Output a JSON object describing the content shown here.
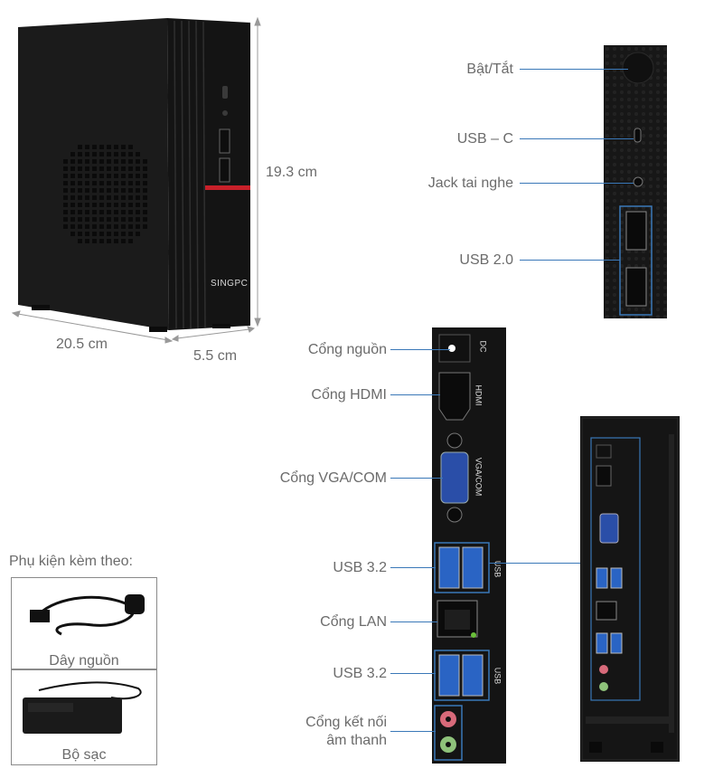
{
  "dimensions": {
    "height": "19.3 cm",
    "depth": "20.5 cm",
    "width": "5.5 cm"
  },
  "brand": "SINGPC",
  "front_panel": {
    "labels": [
      "Bật/Tắt",
      "USB – C",
      "Jack tai nghe",
      "USB 2.0"
    ]
  },
  "back_panel": {
    "labels": [
      "Cổng nguồn",
      "Cổng HDMI",
      "Cổng VGA/COM",
      "USB 3.2",
      "Cổng LAN",
      "USB 3.2",
      "Cổng kết nối",
      "âm thanh"
    ],
    "port_markings": {
      "dc": "DC",
      "hdmi": "HDMI",
      "vga": "VGA/COM",
      "usb1": "USB",
      "usb2": "USB"
    }
  },
  "accessories": {
    "heading": "Phụ kiện kèm theo:",
    "items": [
      "Dây nguồn",
      "Bộ sạc"
    ]
  },
  "colors": {
    "accent_line": "#3a78b8",
    "red_stripe": "#c8202a",
    "usb_blue": "#2a64c4",
    "text": "#6b6b6b"
  }
}
